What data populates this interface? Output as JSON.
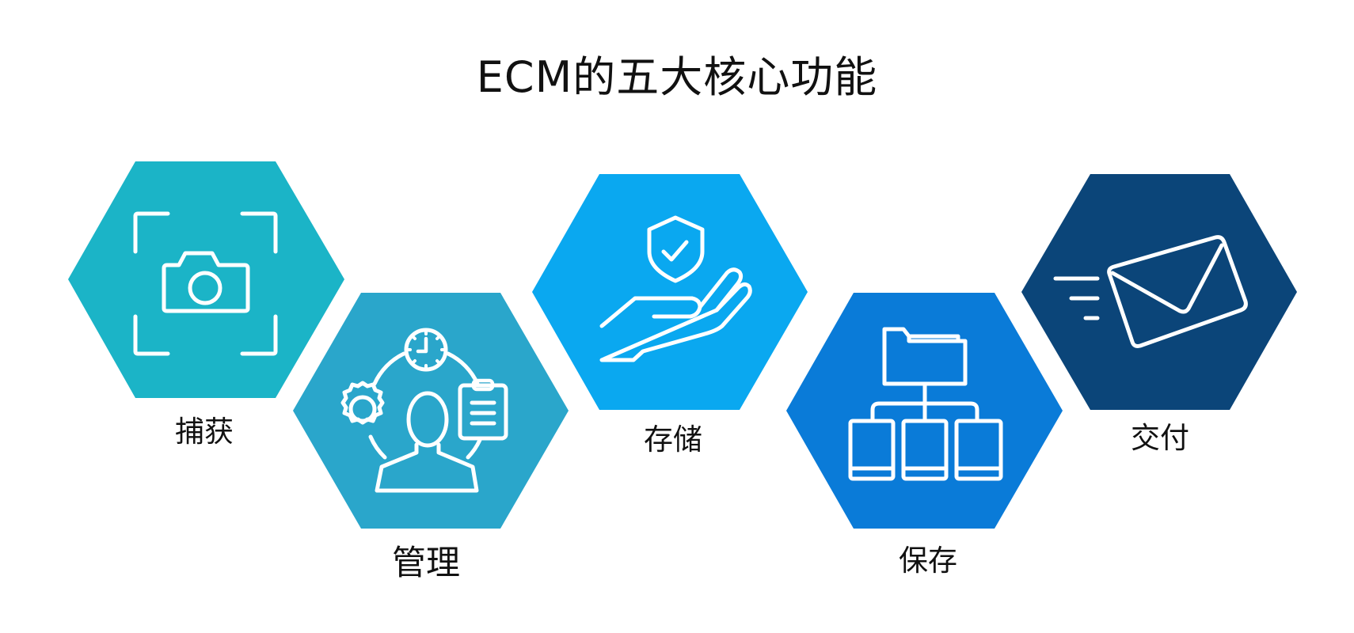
{
  "title": "ECM的五大核心功能",
  "functions": [
    {
      "label": "捕获",
      "icon": "camera-capture-icon",
      "color": "#1bb4c7"
    },
    {
      "label": "管理",
      "icon": "people-management-icon",
      "color": "#2aa6cb"
    },
    {
      "label": "存储",
      "icon": "hand-shield-icon",
      "color": "#0aa8f0"
    },
    {
      "label": "保存",
      "icon": "folder-tree-icon",
      "color": "#0a7bd8"
    },
    {
      "label": "交付",
      "icon": "send-mail-icon",
      "color": "#0b4579"
    }
  ]
}
